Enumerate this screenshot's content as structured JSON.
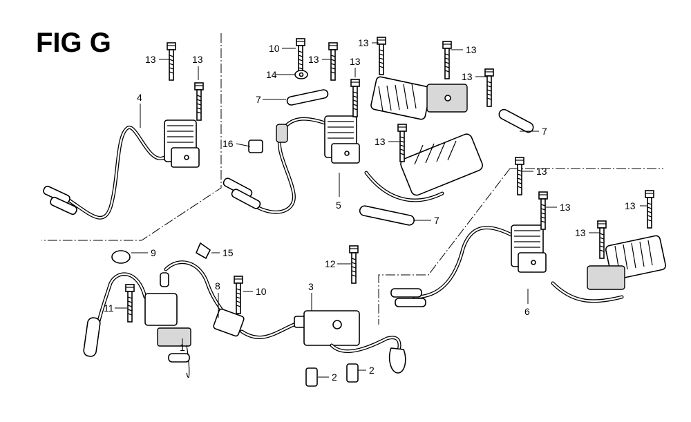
{
  "figure": {
    "title": "FIG G"
  },
  "callouts": {
    "c1": "1",
    "c2a": "2",
    "c2b": "2",
    "c3": "3",
    "c4": "4",
    "c5": "5",
    "c6": "6",
    "c7a": "7",
    "c7b": "7",
    "c7c": "7",
    "c8": "8",
    "c9": "9",
    "c10a": "10",
    "c10b": "10",
    "c11": "11",
    "c12": "12",
    "c13a": "13",
    "c13b": "13",
    "c13c": "13",
    "c13d": "13",
    "c13e": "13",
    "c13f": "13",
    "c13g": "13",
    "c13h": "13",
    "c13i": "13",
    "c13j": "13",
    "c13k": "13",
    "c13l": "13",
    "c14": "14",
    "c15": "15",
    "c16": "16"
  }
}
